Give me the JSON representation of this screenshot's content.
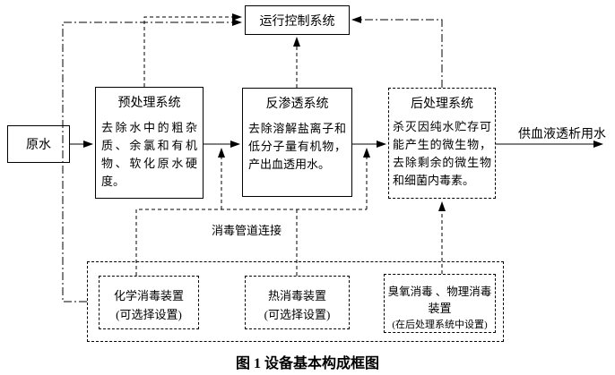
{
  "figure": {
    "caption": "图 1  设备基本构成框图",
    "control_box": {
      "label": "运行控制系统"
    },
    "source_box": {
      "label": "原水"
    },
    "output_label": "供血液透析用水",
    "pipe_label": "消毒管道连接",
    "stages": [
      {
        "title": "预处理系统",
        "body": "去除水中的粗杂质、余氯和有机物、软化原水硬度。"
      },
      {
        "title": "反渗透系统",
        "body": "去除溶解盐离子和低分子量有机物，产出血透用水。"
      },
      {
        "title": "后处理系统",
        "body": "杀灭因纯水贮存可能产生的微生物，去除剩余的微生物和细菌内毒素。"
      }
    ],
    "disinfection_boxes": [
      {
        "line1": "化学消毒装置",
        "line2": "(可选择设置)"
      },
      {
        "line1": "热消毒装置",
        "line2": "(可选择设置)"
      },
      {
        "line1": "臭氧消毒 、物理消毒",
        "line2": "装置",
        "line3": "(在后处理系统中设置)"
      }
    ],
    "colors": {
      "ink": "#000000",
      "paper": "#ffffff"
    }
  }
}
